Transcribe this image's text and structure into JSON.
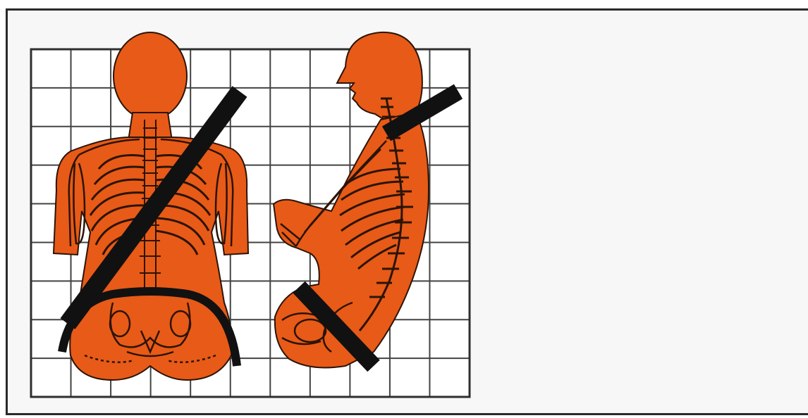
{
  "figure": {
    "subject": "seat-belt-skeleton-illustration",
    "colors": {
      "body": "#e85a17",
      "body_shadow": "#c9460e",
      "bone_line": "#2b1407",
      "belt": "#111111",
      "grid_line": "#2f2f2f",
      "grid_fill": "#ffffff",
      "frame": "#2a2a2a",
      "background": "#f7f7f7"
    },
    "grid": {
      "columns": 11,
      "rows": 9
    }
  }
}
